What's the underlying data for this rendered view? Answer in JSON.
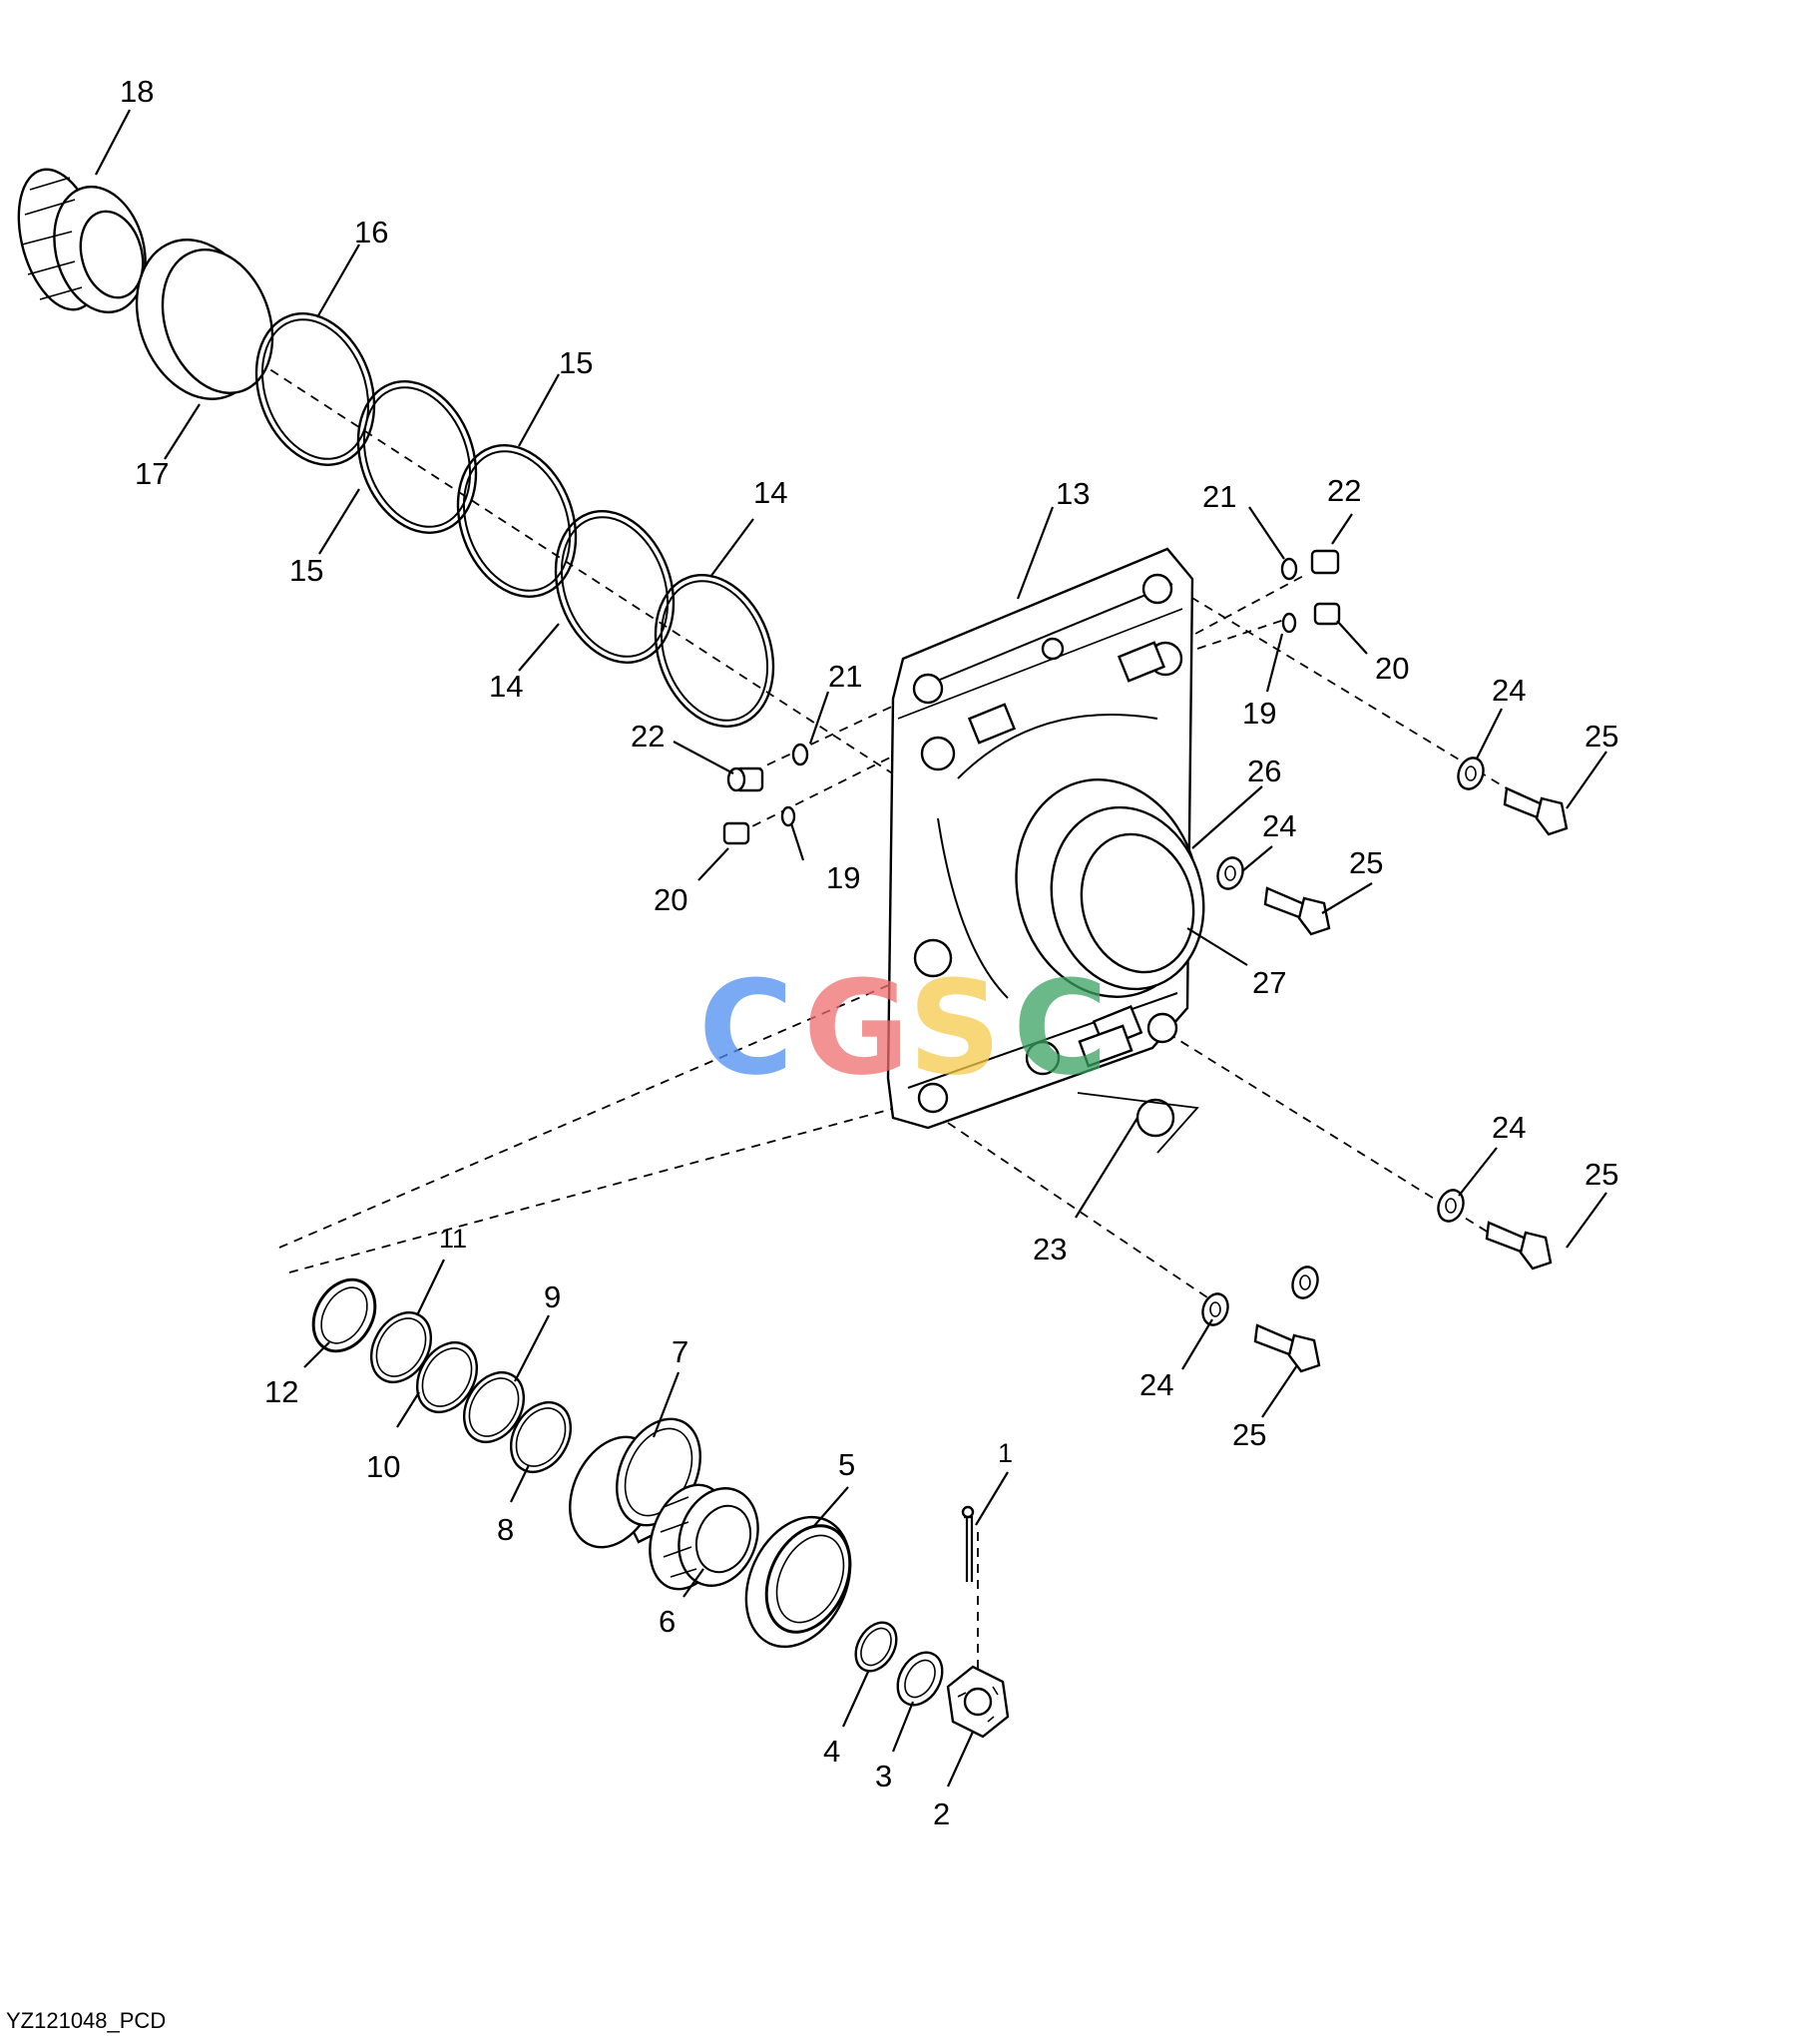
{
  "figure_id": "YZ121048_PCD",
  "watermark": {
    "letters": [
      "C",
      "G",
      "S",
      "C"
    ],
    "colors": [
      "#4d8ef0",
      "#ee6d6d",
      "#f4c94a",
      "#3aa160"
    ]
  },
  "callouts": {
    "c1": "1",
    "c2": "2",
    "c3": "3",
    "c4": "4",
    "c5": "5",
    "c6": "6",
    "c7": "7",
    "c8": "8",
    "c9": "9",
    "c10": "10",
    "c11": "11",
    "c12": "12",
    "c13": "13",
    "c14a": "14",
    "c14b": "14",
    "c15a": "15",
    "c15b": "15",
    "c16": "16",
    "c17": "17",
    "c18": "18",
    "c19a": "19",
    "c19b": "19",
    "c20a": "20",
    "c20b": "20",
    "c21a": "21",
    "c21b": "21",
    "c22a": "22",
    "c22b": "22",
    "c23": "23",
    "c24a": "24",
    "c24b": "24",
    "c24c": "24",
    "c24d": "24",
    "c25a": "25",
    "c25b": "25",
    "c25c": "25",
    "c25d": "25",
    "c26": "26",
    "c27": "27"
  }
}
